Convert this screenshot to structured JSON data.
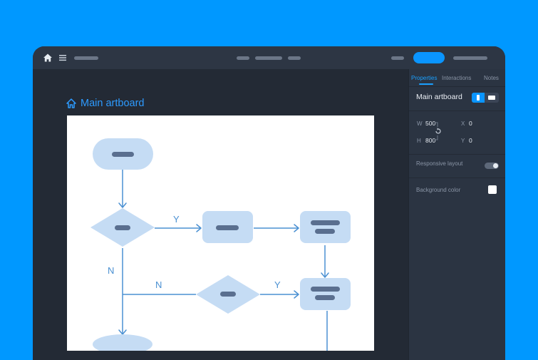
{
  "artboard": {
    "title": "Main artboard"
  },
  "flowchart": {
    "labels": {
      "y1": "Y",
      "n1": "N",
      "n2": "N",
      "y2": "Y"
    }
  },
  "panel": {
    "tabs": [
      "Properties",
      "Interactions",
      "Notes"
    ],
    "active_tab": "Properties",
    "name": "Main artboard",
    "size": {
      "w_label": "W",
      "w_value": "500",
      "h_label": "H",
      "h_value": "800",
      "x_label": "X",
      "x_value": "0",
      "y_label": "Y",
      "y_value": "0"
    },
    "responsive_label": "Responsive layout",
    "responsive_on": false,
    "bg_label": "Background color",
    "bg_color": "#ffffff"
  },
  "colors": {
    "background": "#0098ff",
    "accent": "#0a95ff",
    "flow_node": "#c5dcf4",
    "flow_line": "#4a90d2",
    "flow_bar": "#5a6f8f"
  }
}
